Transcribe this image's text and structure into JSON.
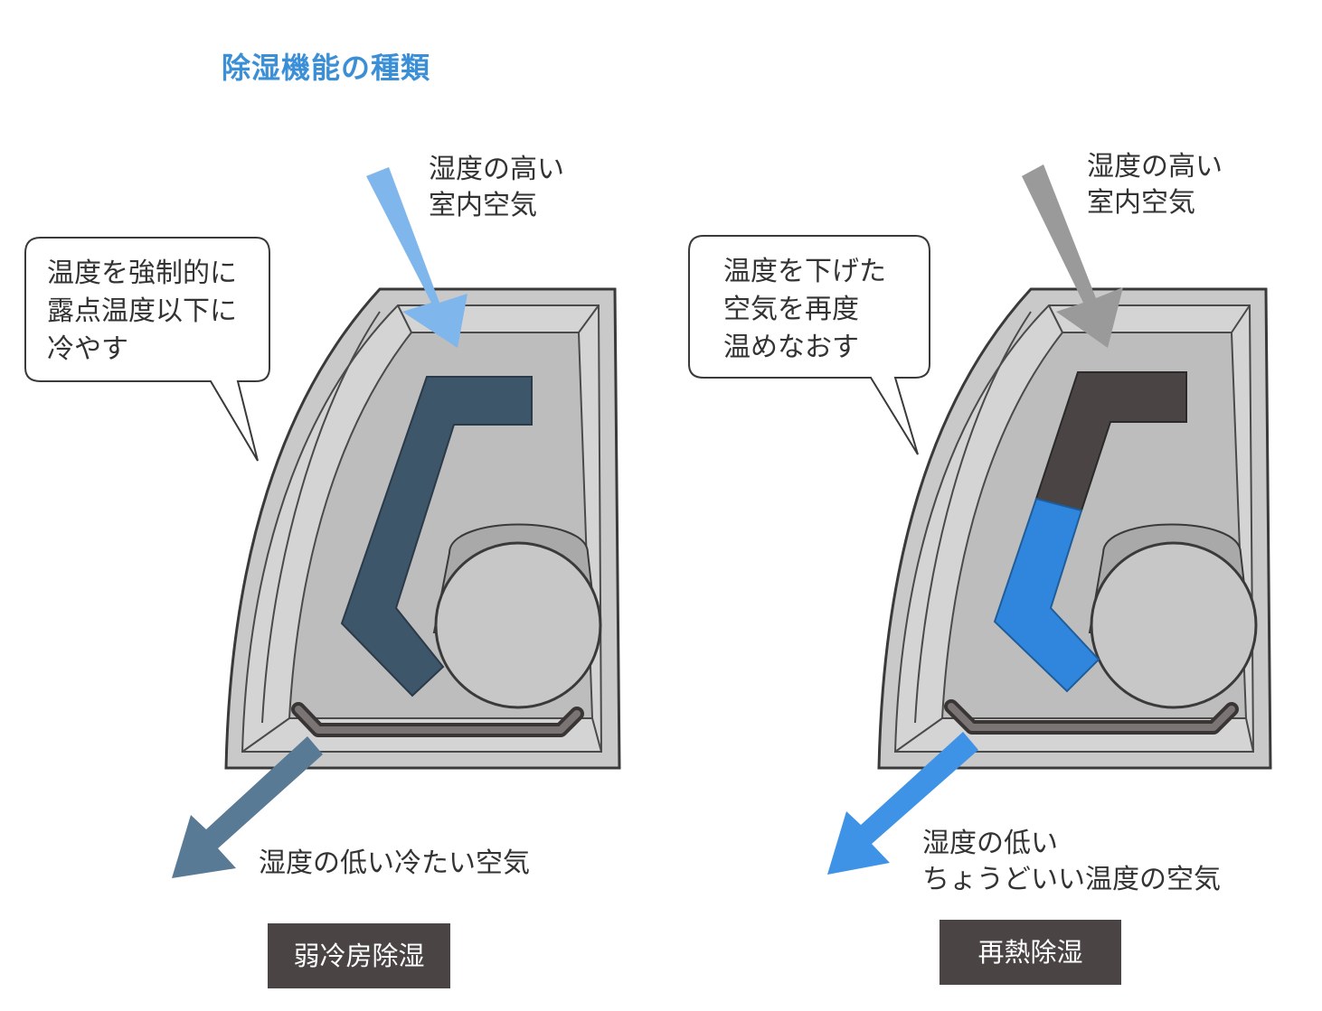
{
  "title": "除湿機能の種類",
  "left": {
    "inlet_label": [
      "湿度の高い",
      "室内空気"
    ],
    "bubble": [
      "温度を強制的に",
      "露点温度以下に",
      "冷やす"
    ],
    "outlet_label": "湿度の低い冷たい空気",
    "caption": "弱冷房除湿",
    "inlet_arrow_color": "#7fb6ec",
    "coil_color": "#3e5669",
    "outlet_arrow_color": "#587a95"
  },
  "right": {
    "inlet_label": [
      "湿度の高い",
      "室内空気"
    ],
    "bubble": [
      "温度を下げた",
      "空気を再度",
      "温めなおす"
    ],
    "outlet_label": [
      "湿度の低い",
      "ちょうどいい温度の空気"
    ],
    "caption": "再熱除湿",
    "inlet_arrow_color": "#9a9a9a",
    "coil_upper_color": "#4a4444",
    "coil_lower_color": "#2f86dc",
    "outlet_arrow_color": "#3f93e6"
  }
}
